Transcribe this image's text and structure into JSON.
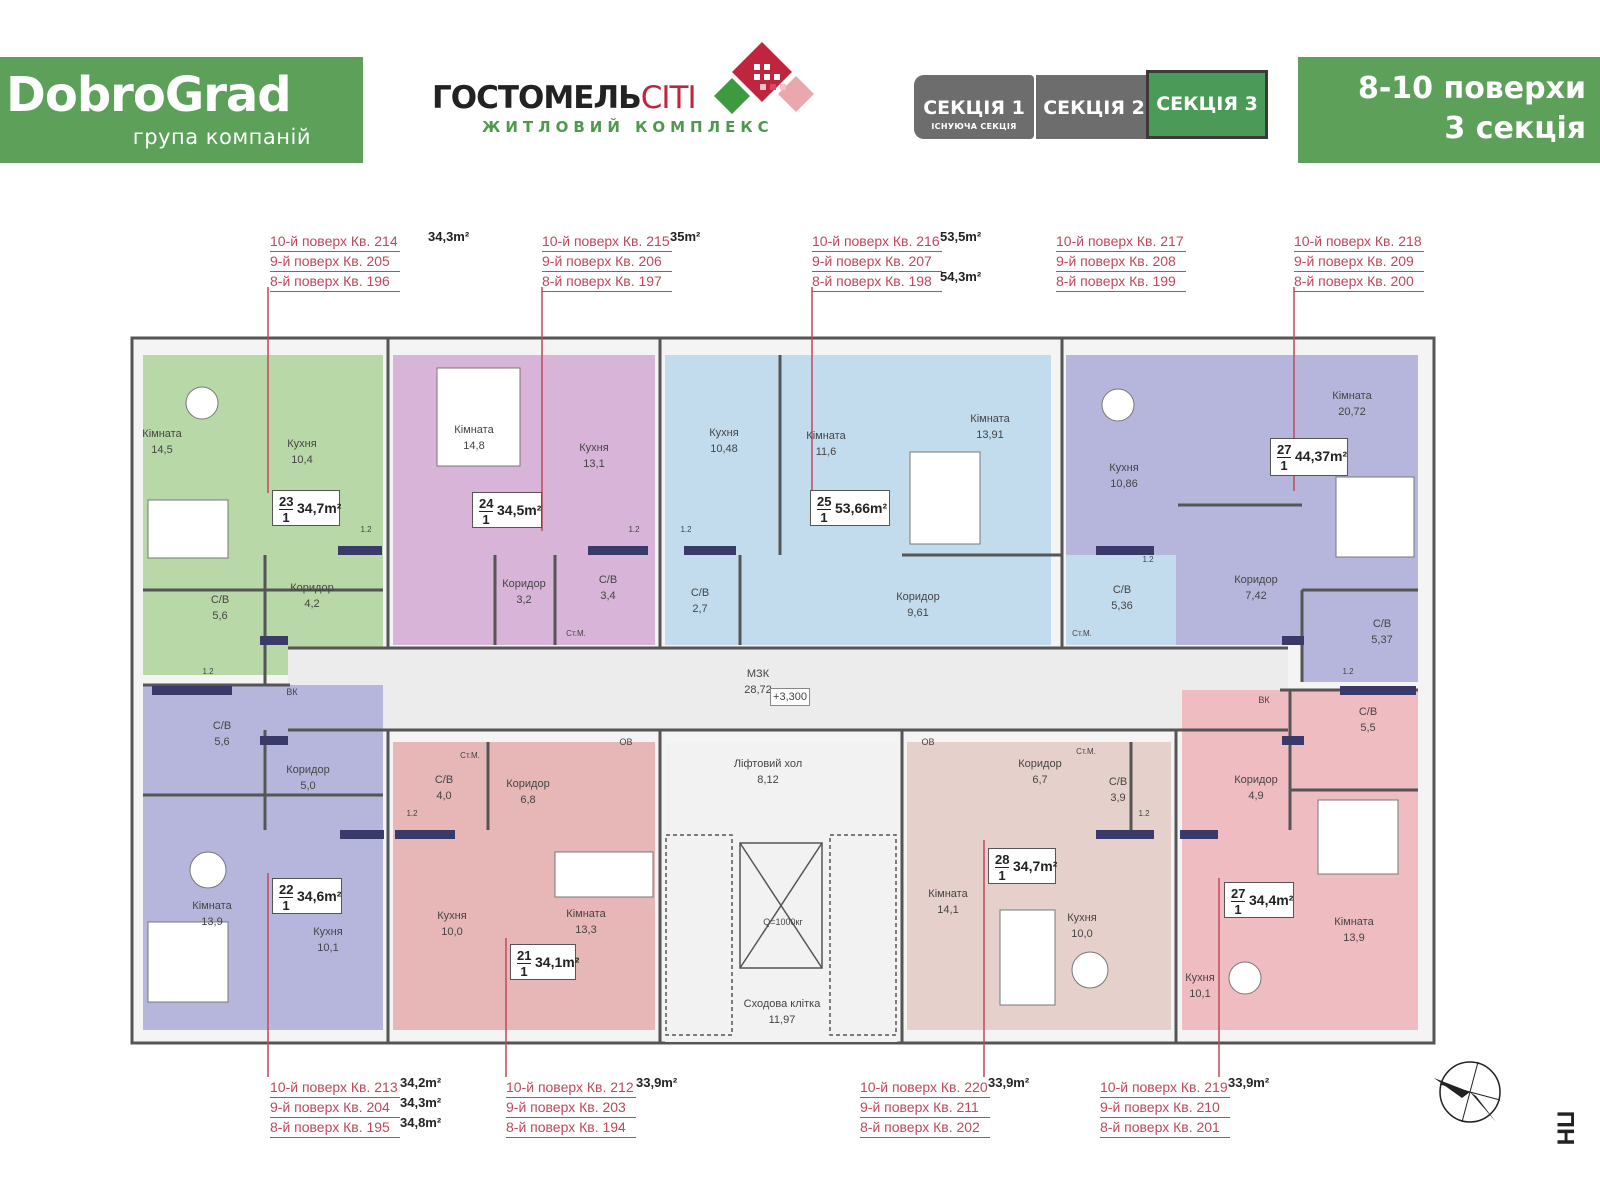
{
  "header": {
    "brand_name": "DobroGrad",
    "brand_sub": "група компаній",
    "project_name_prefix": "ГОСТОМЕЛЬ",
    "project_name_suffix": "CITI",
    "project_tagline": "ЖИТЛОВИЙ КОМПЛЕКС",
    "sections": [
      {
        "label": "СЕКЦІЯ 1",
        "note": "ІСНУЮЧА СЕКЦІЯ"
      },
      {
        "label": "СЕКЦІЯ 2"
      },
      {
        "label": "СЕКЦІЯ 3"
      }
    ],
    "floors": "8-10 поверхи",
    "section_title": "3 секція",
    "colors": {
      "brand_green": "#5da05a",
      "active_section": "#4c9a57",
      "inactive_section": "#6d6d6d",
      "accent_red": "#c0253d"
    }
  },
  "annotations_top": [
    {
      "rows": [
        "10-й поверх Кв. 214",
        "9-й поверх Кв. 205",
        "8-й поверх Кв. 196"
      ],
      "areas": [
        "34,3m²",
        "",
        ""
      ]
    },
    {
      "rows": [
        "10-й поверх Кв. 215",
        "9-й поверх Кв. 206",
        "8-й поверх Кв. 197"
      ],
      "areas": [
        "35m²",
        "",
        ""
      ]
    },
    {
      "rows": [
        "10-й поверх Кв. 216",
        "9-й поверх Кв. 207",
        "8-й поверх Кв. 198"
      ],
      "areas": [
        "53,5m²",
        "",
        "54,3m²"
      ]
    },
    {
      "rows": [
        "10-й поверх Кв. 217",
        "9-й поверх Кв. 208",
        "8-й поверх Кв. 199"
      ],
      "areas": [
        "",
        "",
        ""
      ]
    },
    {
      "rows": [
        "10-й поверх Кв. 218",
        "9-й поверх Кв. 209",
        "8-й поверх Кв. 200"
      ],
      "areas": [
        "",
        "",
        ""
      ]
    }
  ],
  "annotations_bottom": [
    {
      "rows": [
        "10-й поверх Кв. 213",
        "9-й поверх Кв. 204",
        "8-й поверх Кв. 195"
      ],
      "areas": [
        "34,2m²",
        "34,3m²",
        "34,8m²"
      ]
    },
    {
      "rows": [
        "10-й поверх Кв. 212",
        "9-й поверх Кв. 203",
        "8-й поверх Кв. 194"
      ],
      "areas": [
        "33,9m²",
        "",
        ""
      ]
    },
    {
      "rows": [
        "10-й поверх Кв. 220",
        "9-й поверх Кв. 211",
        "8-й поверх Кв. 202"
      ],
      "areas": [
        "33,9m²",
        "",
        ""
      ]
    },
    {
      "rows": [
        "10-й поверх Кв. 219",
        "9-й поверх Кв. 210",
        "8-й поверх Кв. 201"
      ],
      "areas": [
        "33,9m²",
        "",
        ""
      ]
    }
  ],
  "apartments": [
    {
      "num": "23",
      "rooms": "1",
      "area": "34,7m²",
      "color": "#b8d8a8"
    },
    {
      "num": "24",
      "rooms": "1",
      "area": "34,5m²",
      "color": "#d8b4d8"
    },
    {
      "num": "25",
      "rooms": "1",
      "area": "53,66m²",
      "color": "#c2dcee"
    },
    {
      "num": "27",
      "rooms": "1",
      "area": "44,37m²",
      "color": "#b6b6dd"
    },
    {
      "num": "22",
      "rooms": "1",
      "area": "34,6m²",
      "color": "#b6b6dd"
    },
    {
      "num": "21",
      "rooms": "1",
      "area": "34,1m²",
      "color": "#e7b6b6"
    },
    {
      "num": "28",
      "rooms": "1",
      "area": "34,7m²",
      "color": "#e6d0cc"
    },
    {
      "num": "27",
      "rooms": "1",
      "area": "34,4m²",
      "color": "#efbcc2"
    }
  ],
  "rooms": [
    {
      "name": "Кімната",
      "value": "14,5"
    },
    {
      "name": "Кухня",
      "value": "10,4"
    },
    {
      "name": "С/В",
      "value": "5,6"
    },
    {
      "name": "Коридор",
      "value": "4,2"
    },
    {
      "name": "Кімната",
      "value": "14,8"
    },
    {
      "name": "Кухня",
      "value": "13,1"
    },
    {
      "name": "Коридор",
      "value": "3,2"
    },
    {
      "name": "С/В",
      "value": "3,4"
    },
    {
      "name": "Кухня",
      "value": "10,48"
    },
    {
      "name": "Кімната",
      "value": "11,6"
    },
    {
      "name": "Кімната",
      "value": "13,91"
    },
    {
      "name": "С/В",
      "value": "2,7"
    },
    {
      "name": "Коридор",
      "value": "9,61"
    },
    {
      "name": "Кухня",
      "value": "10,86"
    },
    {
      "name": "Кімната",
      "value": "20,72"
    },
    {
      "name": "С/В",
      "value": "5,36"
    },
    {
      "name": "Коридор",
      "value": "7,42"
    },
    {
      "name": "С/В",
      "value": "5,37"
    },
    {
      "name": "МЗК",
      "value": "28,72"
    },
    {
      "name": "С/В",
      "value": "5,6"
    },
    {
      "name": "Коридор",
      "value": "5,0"
    },
    {
      "name": "Кімната",
      "value": "13,9"
    },
    {
      "name": "Кухня",
      "value": "10,1"
    },
    {
      "name": "С/В",
      "value": "4,0"
    },
    {
      "name": "Коридор",
      "value": "6,8"
    },
    {
      "name": "Кухня",
      "value": "10,0"
    },
    {
      "name": "Кімната",
      "value": "13,3"
    },
    {
      "name": "Ліфтовий хол",
      "value": "8,12"
    },
    {
      "name": "Сходова клітка",
      "value": "11,97"
    },
    {
      "name": "Коридор",
      "value": "6,7"
    },
    {
      "name": "С/В",
      "value": "3,9"
    },
    {
      "name": "Кімната",
      "value": "14,1"
    },
    {
      "name": "Кухня",
      "value": "10,0"
    },
    {
      "name": "С/В",
      "value": "5,5"
    },
    {
      "name": "Коридор",
      "value": "4,9"
    },
    {
      "name": "Кухня",
      "value": "10,1"
    },
    {
      "name": "Кімната",
      "value": "13,9"
    }
  ],
  "misc": {
    "level_mark": "+3,300",
    "elevator": "Q=1000кг",
    "compass_label": "ПН",
    "vk": "ВК",
    "ov": "ОВ",
    "stm": "Ст.М.",
    "cable": "1.2"
  }
}
